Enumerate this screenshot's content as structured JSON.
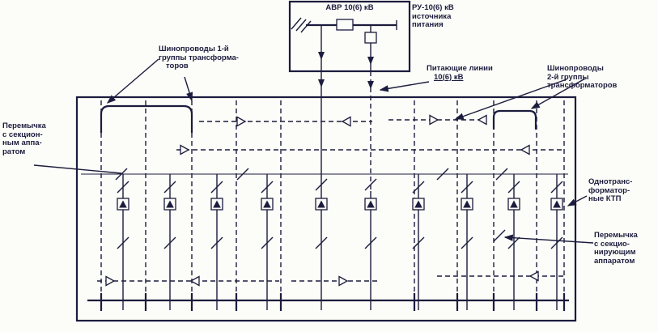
{
  "colors": {
    "ink": "#1c1c3e",
    "paper": "#fcfcf8"
  },
  "avr_box": {
    "title": "АВР 10(6) кВ"
  },
  "labels": {
    "ru_source": [
      "РУ-10(6) кВ",
      "источника",
      "питания"
    ],
    "busways_group1": [
      "Шинопроводы 1-й",
      "группы трансформа-",
      "торов"
    ],
    "feeding_lines": [
      "Питающие линии",
      "10(6) кВ"
    ],
    "busways_group2": [
      "Шинопроводы",
      "2-й группы",
      "трансформаторов"
    ],
    "jumper_sectional": [
      "Перемычка",
      "с секцион-",
      "ным аппа-",
      "ратом"
    ],
    "single_transformer_ktp": [
      "Однотранс-",
      "форматор-",
      "ные КТП"
    ],
    "jumper_sectionalizing": [
      "Перемычка",
      "с секцио-",
      "нирующим",
      "аппаратом"
    ]
  }
}
